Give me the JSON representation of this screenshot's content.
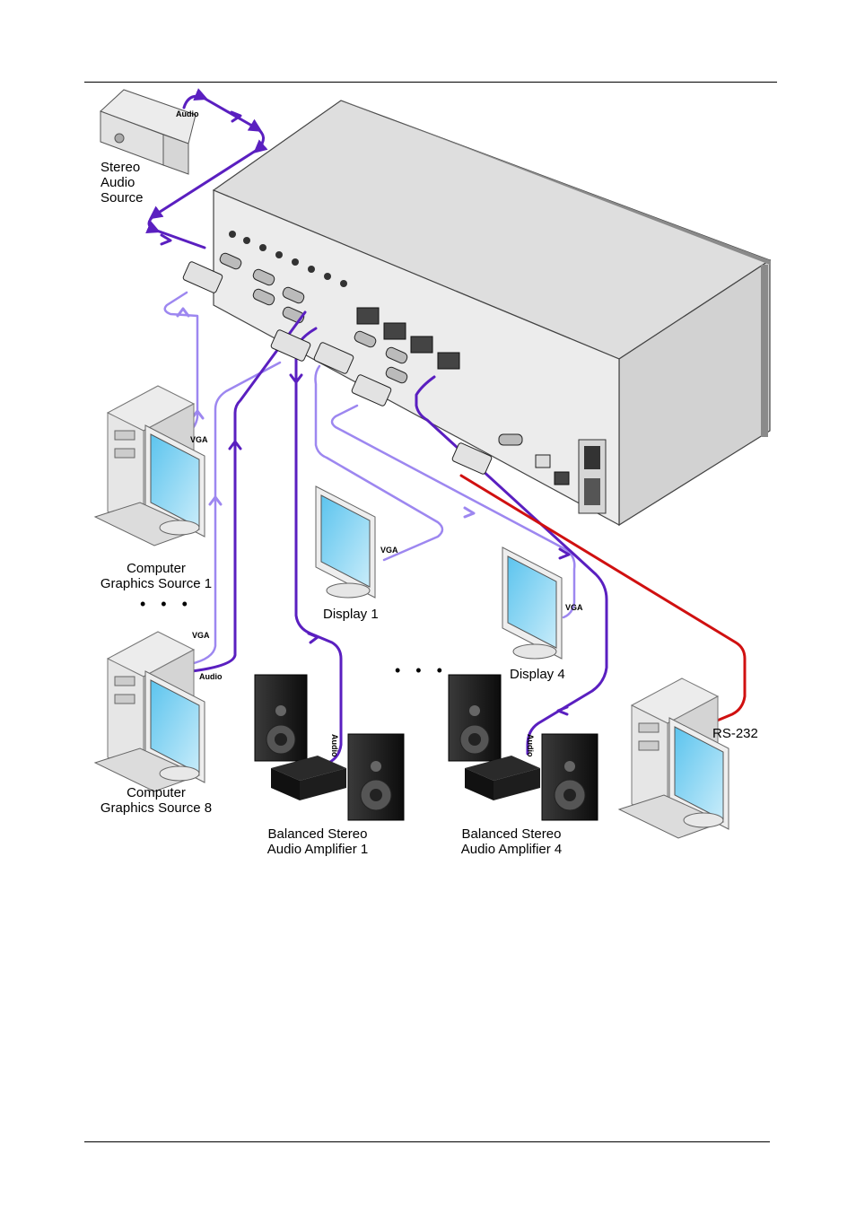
{
  "page": {
    "background": "#ffffff"
  },
  "colors": {
    "audio_cable": "#5a1fc0",
    "vga_cable": "#9d87f0",
    "rs232_cable": "#d01010",
    "device_body": "#e4e4e4",
    "device_edge": "#555555",
    "screen": "#7fd0ee",
    "speaker": "#1a1a1a"
  },
  "labels": {
    "stereo_audio_source": [
      "Stereo",
      "Audio",
      "Source"
    ],
    "audio_top": "Audio",
    "vga_src1": "VGA",
    "computer_source_1": [
      "Computer",
      "Graphics Source 1"
    ],
    "vga_src8": "VGA",
    "audio_src8": "Audio",
    "computer_source_8": [
      "Computer",
      "Graphics Source 8"
    ],
    "display_1": "Display 1",
    "vga_display1": "VGA",
    "display_4": "Display 4",
    "vga_display4": "VGA",
    "audio_amp1": "Audio",
    "audio_amp4": "Audio",
    "amplifier_1": [
      "Balanced Stereo",
      "Audio Amplifier 1"
    ],
    "amplifier_4": [
      "Balanced Stereo",
      "Audio Amplifier 4"
    ],
    "rs232": "RS-232",
    "ellipsis": "• • •"
  },
  "icons": {
    "stereo_source": "stereo-audio-deck-icon",
    "switcher": "matrix-switcher-unit-icon",
    "computer": "desktop-computer-icon",
    "display": "lcd-monitor-icon",
    "amplifier": "amplifier-with-speakers-icon"
  }
}
